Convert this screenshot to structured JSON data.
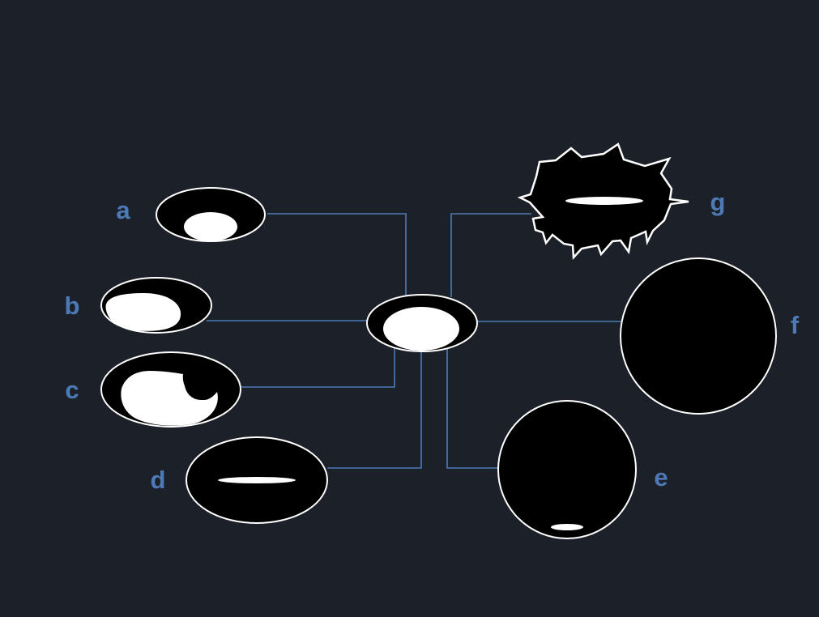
{
  "colors": {
    "background": "#1c2028",
    "connector": "#4d7ab6",
    "label": "#4d7ab6",
    "cell_fill": "#000000",
    "cell_outline": "#ffffff",
    "cell_interior": "#ffffff"
  },
  "labels": {
    "a": "a",
    "b": "b",
    "c": "c",
    "d": "d",
    "e": "e",
    "f": "f",
    "g": "g"
  }
}
